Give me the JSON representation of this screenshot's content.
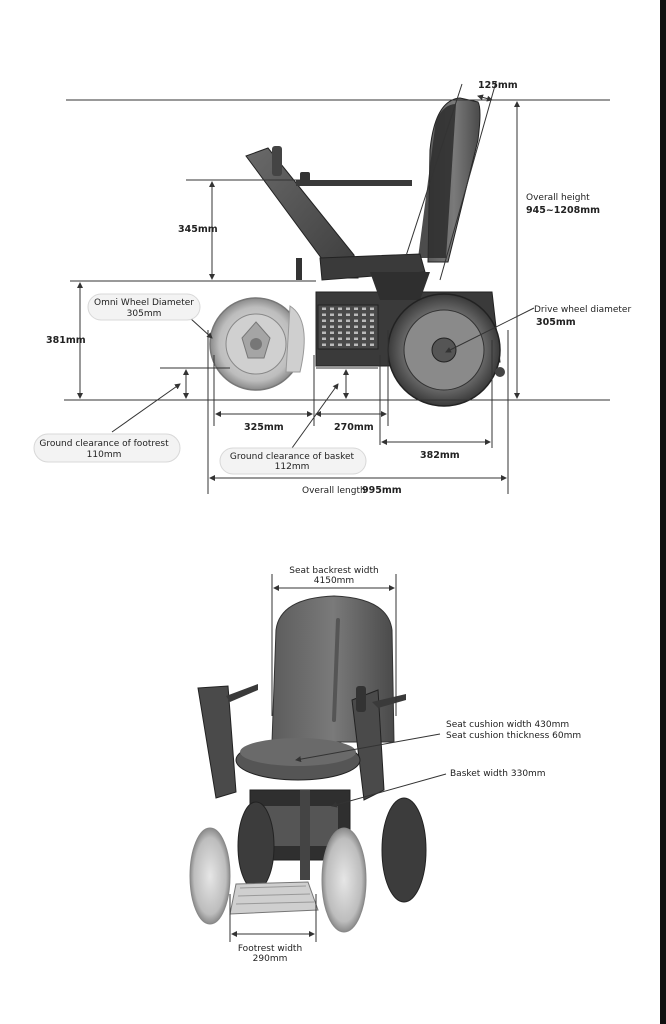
{
  "side_view": {
    "top_offset": "125mm",
    "overall_height_title": "Overall height",
    "overall_height_value": "945~1208mm",
    "armrest_height": "345mm",
    "seat_height": "381mm",
    "omni_wheel_title": "Omni Wheel Diameter",
    "omni_wheel_value": "305mm",
    "drive_wheel_title": "Drive wheel diameter",
    "drive_wheel_value": "305mm",
    "footrest_clearance_title": "Ground clearance of footrest",
    "footrest_clearance_value": "110mm",
    "basket_clearance_title": "Ground clearance of basket",
    "basket_clearance_value": "112mm",
    "front_length": "325mm",
    "middle_length": "270mm",
    "rear_length": "382mm",
    "overall_length_title": "Overall length",
    "overall_length_value": "995mm"
  },
  "front_view": {
    "backrest_title": "Seat backrest width",
    "backrest_value": "4150mm",
    "seat_cushion_width": "Seat cushion width 430mm",
    "seat_cushion_thickness": "Seat cushion thickness 60mm",
    "basket_width": "Basket width 330mm",
    "footrest_title": "Footrest width",
    "footrest_value": "290mm"
  },
  "colors": {
    "frame": "#3a3a3a",
    "frame_dark": "#2a2a2a",
    "wheel": "#555555",
    "line": "#333333",
    "label_bg": "#f3f3f3"
  }
}
